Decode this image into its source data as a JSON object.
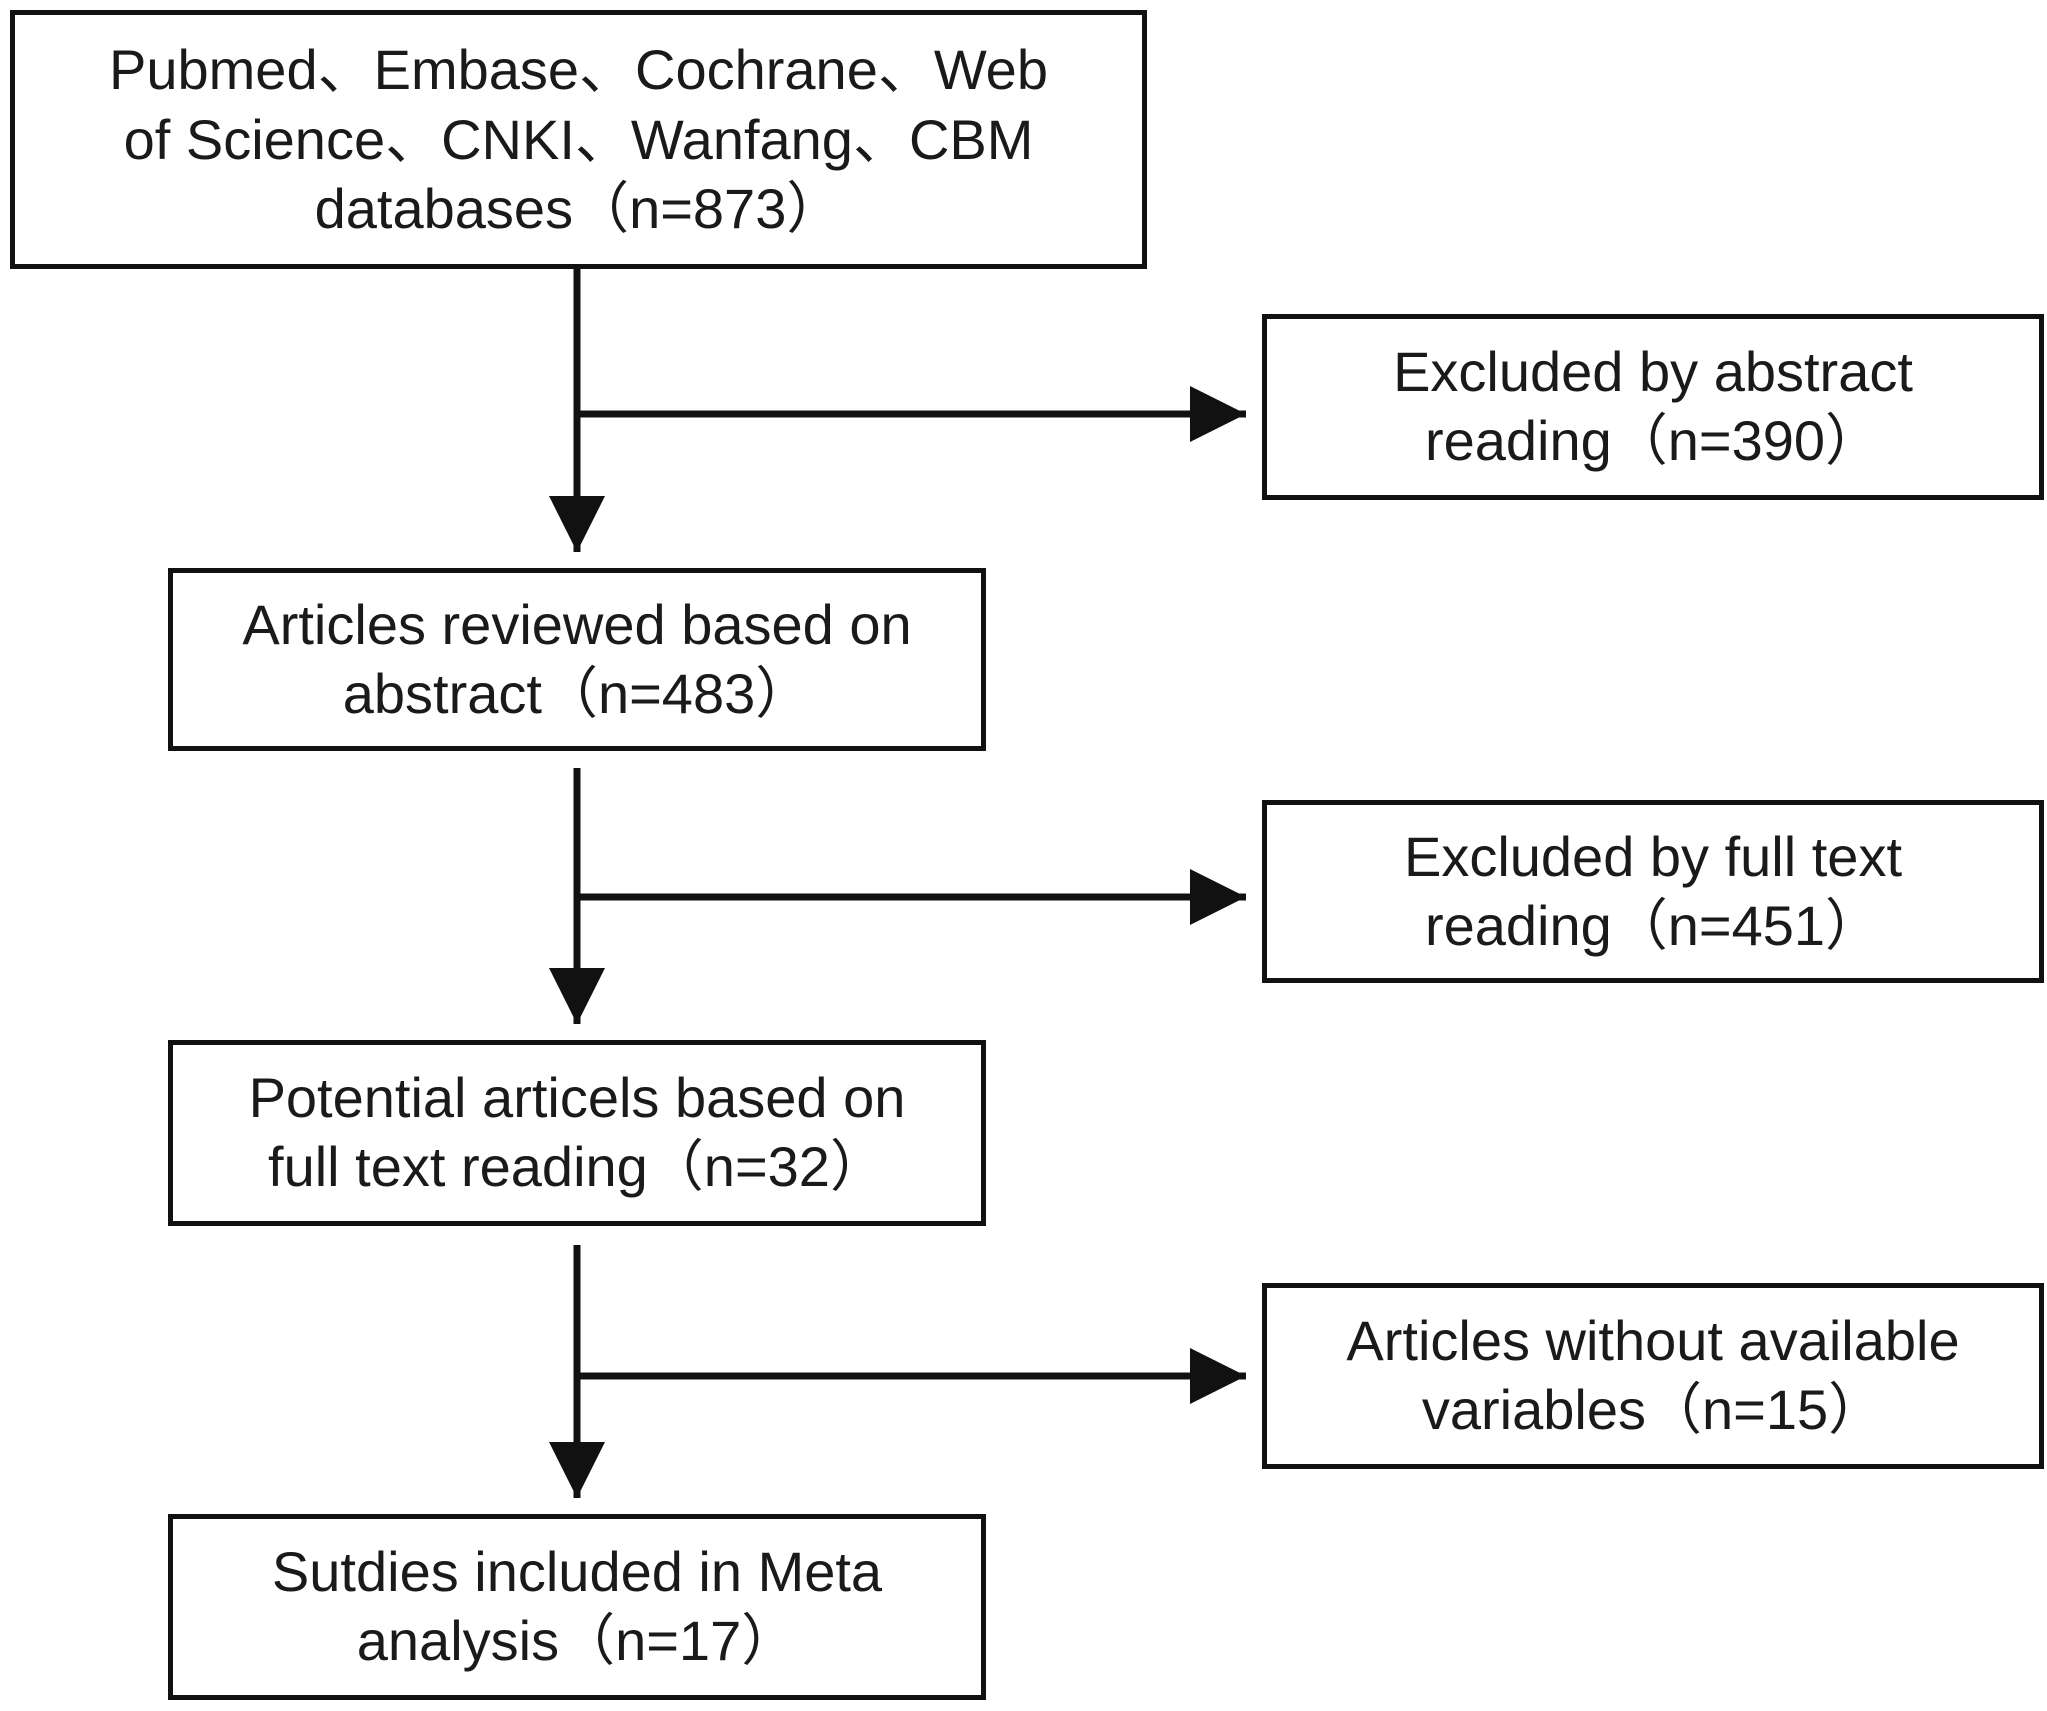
{
  "flowchart": {
    "main_boxes": [
      {
        "text": "Pubmed、Embase、Cochrane、Web\nof Science、CNKI、Wanfang、CBM\ndatabases（n=873）"
      },
      {
        "text": "Articles reviewed based on\nabstract（n=483）"
      },
      {
        "text": "Potential articels based on\nfull text reading（n=32）"
      },
      {
        "text": "Sutdies included in Meta\nanalysis（n=17）"
      }
    ],
    "exclusion_boxes": [
      {
        "text": "Excluded by abstract\nreading（n=390）"
      },
      {
        "text": "Excluded by full text\nreading（n=451）"
      },
      {
        "text": "Articles without available\nvariables（n=15）"
      }
    ]
  }
}
